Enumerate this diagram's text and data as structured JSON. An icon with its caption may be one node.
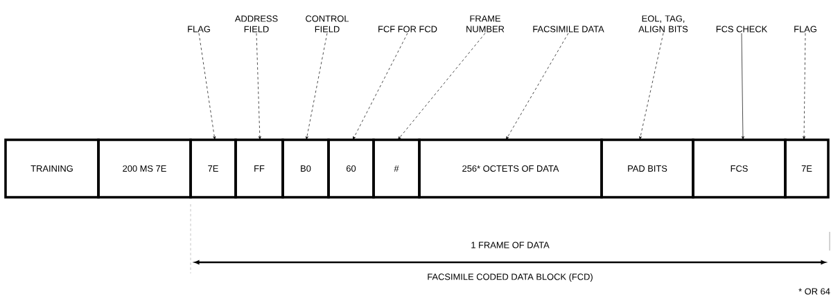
{
  "diagram": {
    "nodes": [
      {
        "text": [
          "TRAINING"
        ]
      },
      {
        "text": [
          "200 MS 7E"
        ]
      },
      {
        "text": [
          "7E"
        ]
      },
      {
        "text": [
          "FF"
        ]
      },
      {
        "text": [
          "B0"
        ]
      },
      {
        "text": [
          "60"
        ]
      },
      {
        "text": [
          "#"
        ]
      },
      {
        "text": [
          "256* OCTETS OF DATA"
        ]
      },
      {
        "text": [
          "PAD BITS"
        ]
      },
      {
        "text": [
          "FCS"
        ]
      },
      {
        "text": [
          "7E"
        ]
      },
      {
        "text": [
          "FLAG"
        ]
      },
      {
        "text": [
          "ADDRESS FIELD"
        ]
      },
      {
        "text": [
          "CONTROL FIELD"
        ]
      },
      {
        "text": [
          "FCF FOR FCD"
        ]
      },
      {
        "text": [
          "FRAME NUMBER"
        ]
      },
      {
        "text": [
          "FACSIMILE DATA"
        ]
      },
      {
        "text": [
          "EOL, TAG, ALIGN BITS"
        ]
      },
      {
        "text": [
          "FCS CHECK"
        ]
      },
      {
        "text": [
          "FLAG"
        ]
      }
    ],
    "edges": [
      {
        "from": 11,
        "to": 2,
        "arrow": "to",
        "style": "dashed"
      },
      {
        "from": 12,
        "to": 3,
        "arrow": "to",
        "style": "dashed"
      },
      {
        "from": 13,
        "to": 4,
        "arrow": "to",
        "style": "dashed"
      },
      {
        "from": 14,
        "to": 5,
        "arrow": "to",
        "style": "dashed"
      },
      {
        "from": 15,
        "to": 6,
        "arrow": "to",
        "style": "dashed"
      },
      {
        "from": 16,
        "to": 7,
        "arrow": "to",
        "style": "dashed"
      },
      {
        "from": 17,
        "to": 8,
        "arrow": "to",
        "style": "dashed"
      },
      {
        "from": 18,
        "to": 9,
        "arrow": "to"
      },
      {
        "from": 19,
        "to": 10,
        "arrow": "to",
        "style": "dashed"
      }
    ],
    "labels": [
      "1 FRAME OF DATA",
      "FACSIMILE CODED DATA BLOCK (FCD)",
      "* OR 64"
    ]
  }
}
